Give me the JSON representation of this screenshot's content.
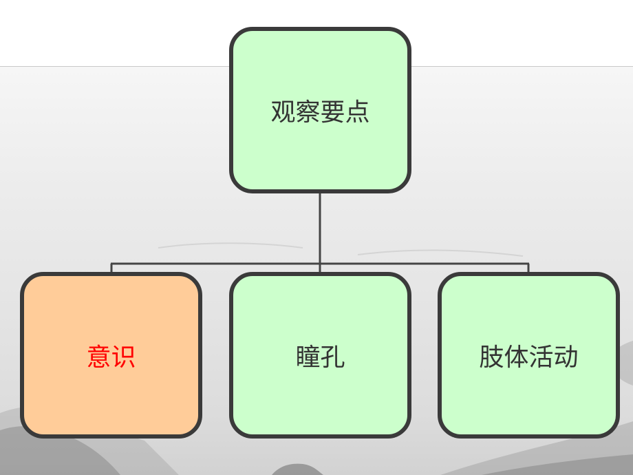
{
  "diagram": {
    "root": {
      "label": "观察要点",
      "fill": "#ccffcc",
      "text_color": "#333333"
    },
    "children": [
      {
        "label": "意识",
        "fill": "#ffcc99",
        "text_color": "#ff0000"
      },
      {
        "label": "瞳孔",
        "fill": "#ccffcc",
        "text_color": "#333333"
      },
      {
        "label": "肢体活动",
        "fill": "#ccffcc",
        "text_color": "#333333"
      }
    ],
    "border_color": "#3a3a3a",
    "connector_color": "#444444"
  }
}
